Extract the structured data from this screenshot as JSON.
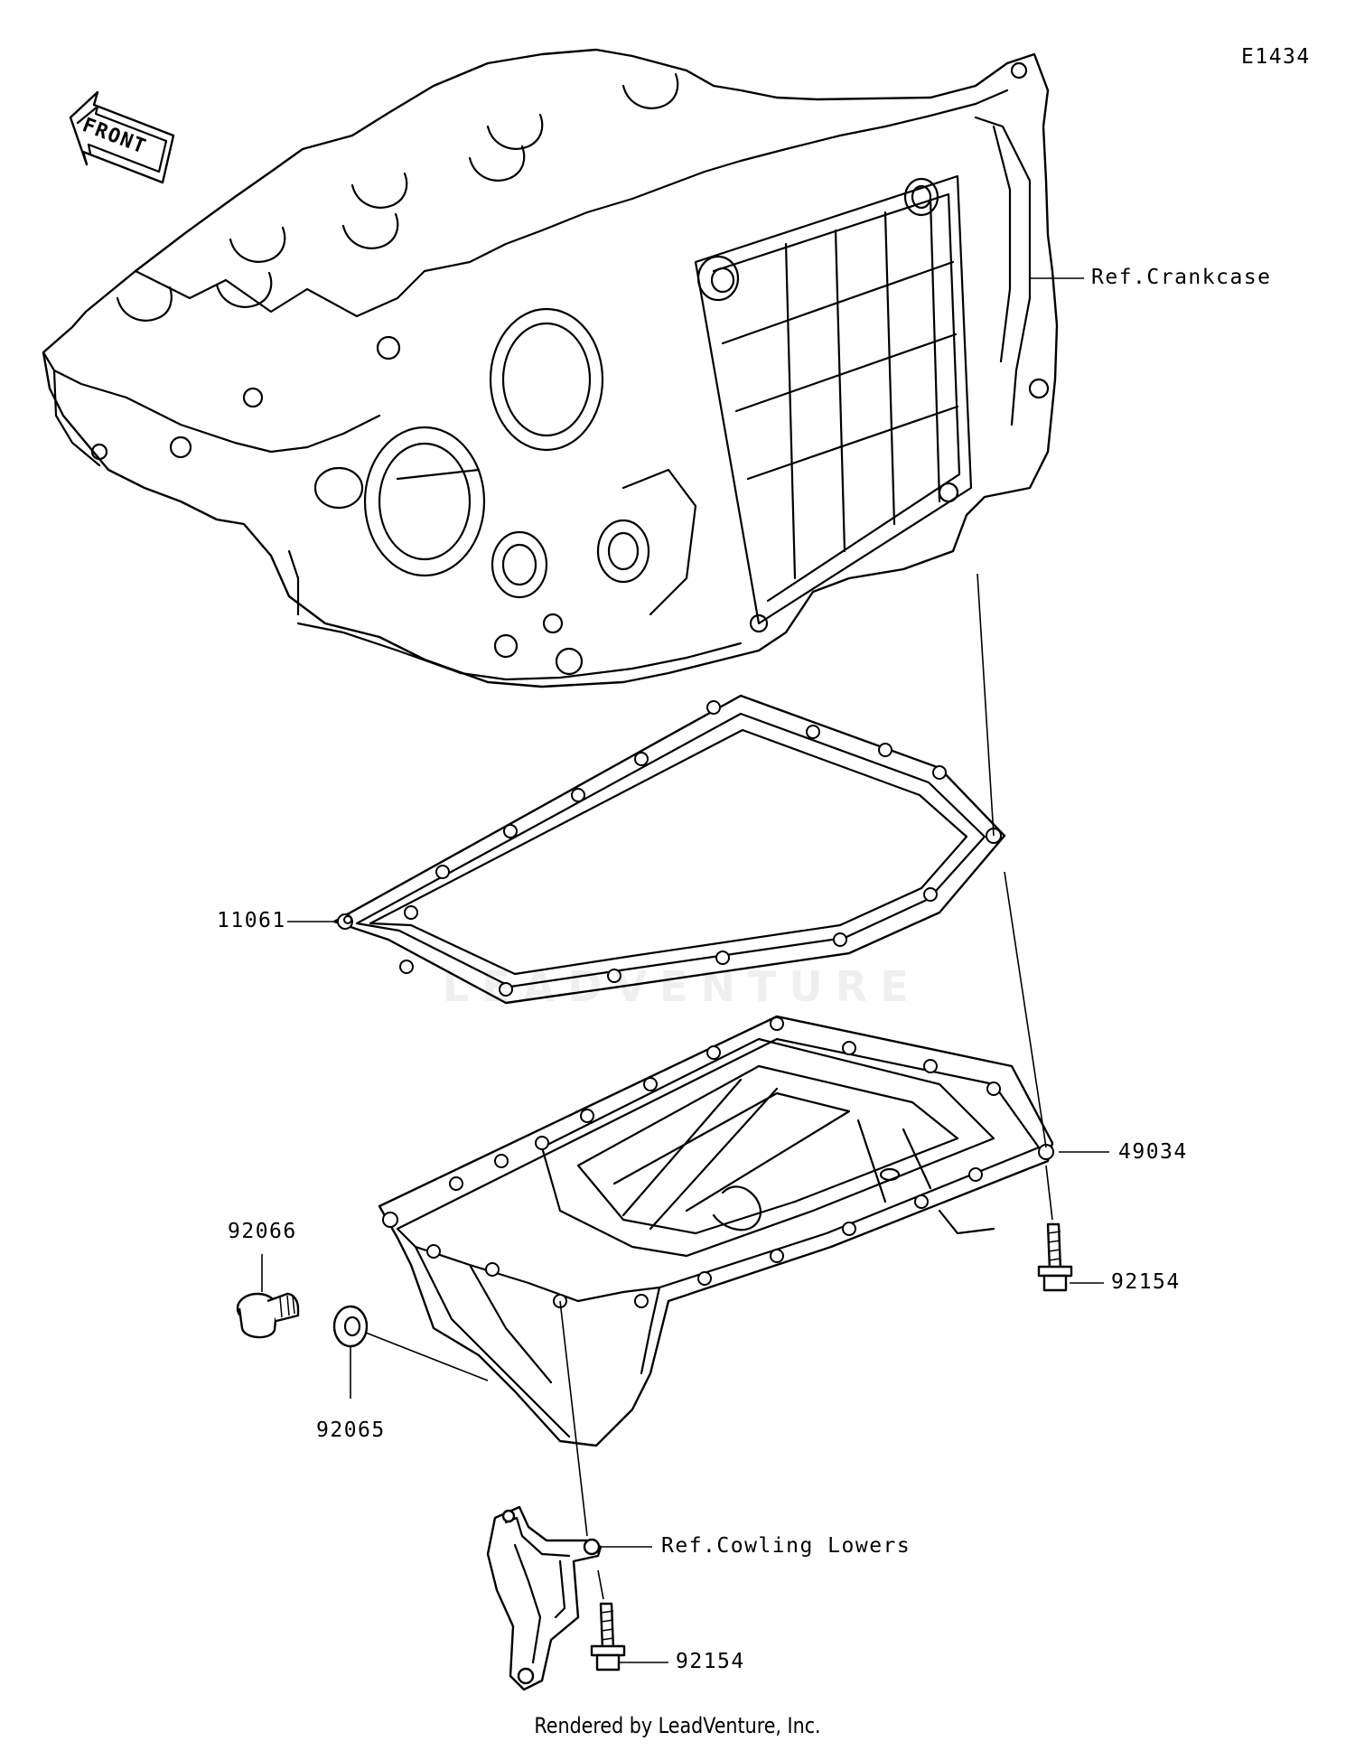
{
  "diagram_code": "E1434",
  "front_label": "FRONT",
  "watermark": "LEADVENTURE",
  "callouts": {
    "crankcase_ref": "Ref.Crankcase",
    "gasket": "11061",
    "oil_pan": "49034",
    "bolt_pan": "92154",
    "drain_plug": "92066",
    "washer": "92065",
    "cowling_ref": "Ref.Cowling Lowers",
    "bolt_bracket": "92154"
  },
  "footer": "Rendered by LeadVenture, Inc."
}
